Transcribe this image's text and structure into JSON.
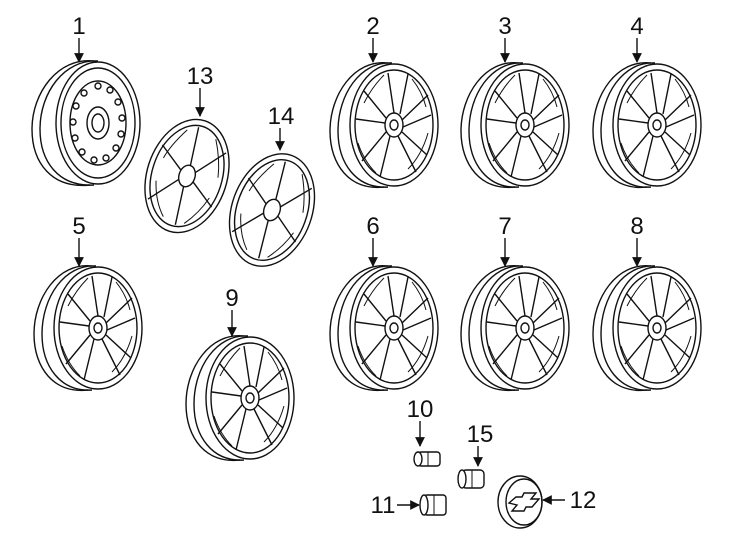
{
  "parts": [
    {
      "callout": "1",
      "icon": "steel-wheel"
    },
    {
      "callout": "2",
      "icon": "alloy-wheel"
    },
    {
      "callout": "3",
      "icon": "alloy-wheel"
    },
    {
      "callout": "4",
      "icon": "alloy-wheel"
    },
    {
      "callout": "5",
      "icon": "alloy-wheel"
    },
    {
      "callout": "6",
      "icon": "alloy-wheel"
    },
    {
      "callout": "7",
      "icon": "alloy-wheel"
    },
    {
      "callout": "8",
      "icon": "alloy-wheel"
    },
    {
      "callout": "9",
      "icon": "alloy-wheel"
    },
    {
      "callout": "10",
      "icon": "lug-nut"
    },
    {
      "callout": "11",
      "icon": "lug-nut"
    },
    {
      "callout": "12",
      "icon": "center-cap-with-bowtie-emblem"
    },
    {
      "callout": "13",
      "icon": "wheel-cover"
    },
    {
      "callout": "14",
      "icon": "wheel-cover"
    },
    {
      "callout": "15",
      "icon": "lug-nut-cap"
    }
  ]
}
